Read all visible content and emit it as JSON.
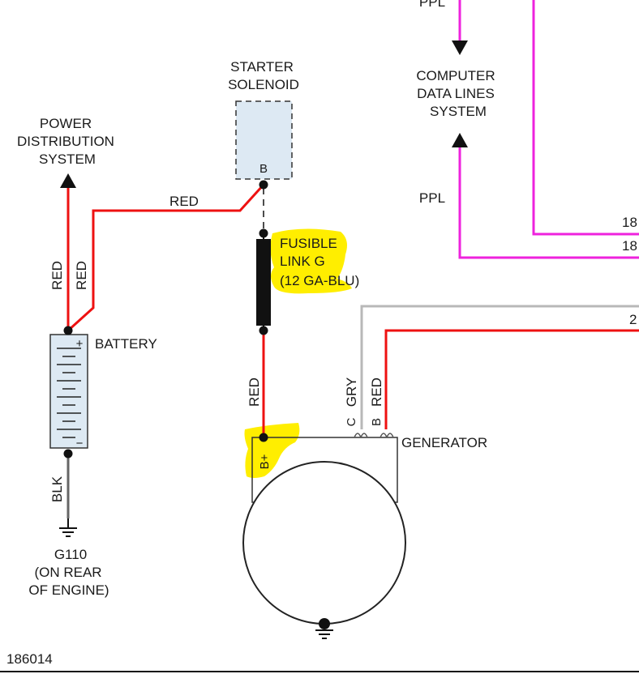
{
  "labels": {
    "top_wire_ppl": "PPL",
    "computer_line1": "COMPUTER",
    "computer_line2": "DATA LINES",
    "computer_line3": "SYSTEM",
    "ppl_lower": "PPL",
    "wire_18_a": "18",
    "wire_18_b": "18",
    "wire_2": "2",
    "starter_line1": "STARTER",
    "starter_line2": "SOLENOID",
    "solenoid_terminal": "B",
    "power_line1": "POWER",
    "power_line2": "DISTRIBUTION",
    "power_line3": "SYSTEM",
    "red_horizontal": "RED",
    "red_vert_1": "RED",
    "red_vert_2": "RED",
    "battery": "BATTERY",
    "battery_plus": "+",
    "battery_minus": "−",
    "fusible_line1": "FUSIBLE",
    "fusible_line2": "LINK G",
    "fusible_line3": "(12 GA-BLU)",
    "red_to_gen": "RED",
    "gry": "GRY",
    "red_gen": "RED",
    "terminal_c": "C",
    "terminal_b": "B",
    "terminal_bplus": "B+",
    "generator": "GENERATOR",
    "blk": "BLK",
    "ground_line1": "G110",
    "ground_line2": "(ON REAR",
    "ground_line3": "OF ENGINE)",
    "figure_id": "186014"
  },
  "colors": {
    "red_wire": "#ee1111",
    "ppl_wire": "#ee22dd",
    "gry_wire": "#b8b8b8",
    "blk_wire": "#666666",
    "highlight": "#ffee00",
    "component_fill": "#dde9f3"
  }
}
